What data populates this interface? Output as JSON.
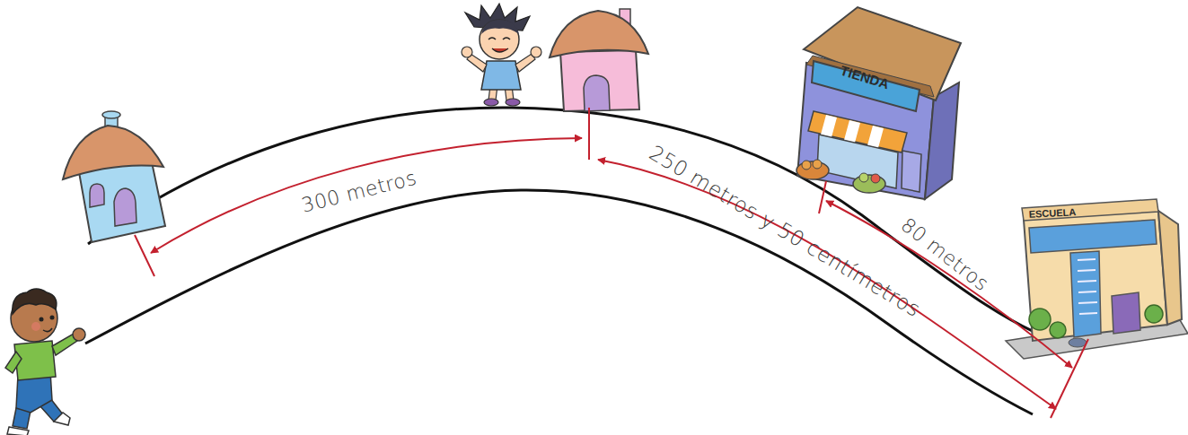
{
  "diagram": {
    "labels": [
      "300 metros",
      "250 metros y 50 centímetros",
      "80 metros",
      "TIENDA",
      "ESCUELA"
    ]
  }
}
